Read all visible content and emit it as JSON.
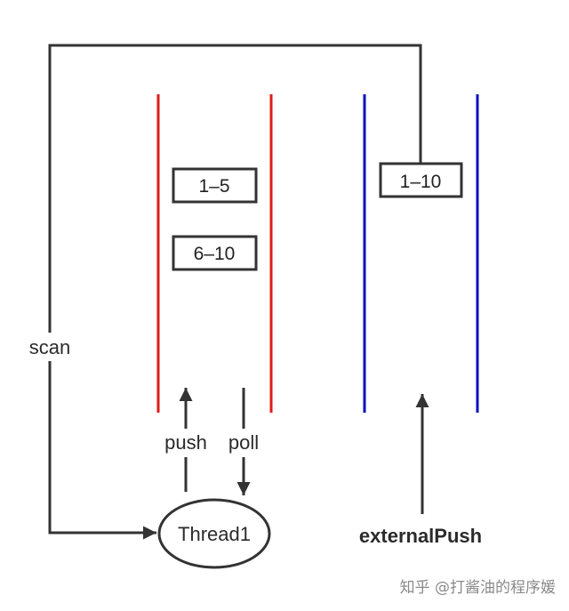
{
  "colors": {
    "stroke": "#333333",
    "local_queue": "#e01b1b",
    "external_queue": "#0d0dbf"
  },
  "local_queue": {
    "tasks": [
      "1–5",
      "6–10"
    ]
  },
  "external_queue": {
    "task": "1–10"
  },
  "labels": {
    "scan": "scan",
    "push": "push",
    "poll": "poll",
    "thread": "Thread1",
    "external_push": "externalPush"
  },
  "watermark": "知乎 @打酱油的程序媛"
}
